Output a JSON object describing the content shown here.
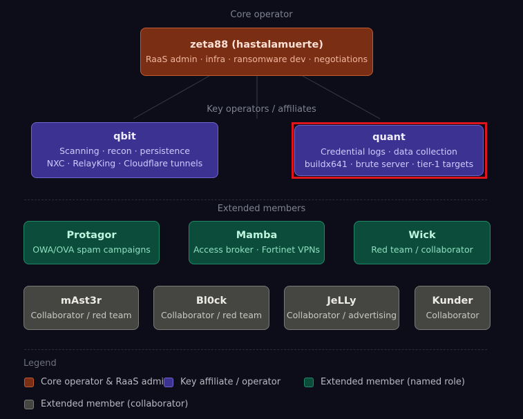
{
  "sections": {
    "core": "Core operator",
    "affiliates": "Key operators / affiliates",
    "extended": "Extended members"
  },
  "nodes": {
    "zeta88": {
      "title": "zeta88 (hastalamuerte)",
      "sub1": "RaaS admin · infra · ransomware dev · negotiations"
    },
    "qbit": {
      "title": "qbit",
      "sub1": "Scanning · recon · persistence",
      "sub2": "NXC · RelayKing · Cloudflare tunnels"
    },
    "quant": {
      "title": "quant",
      "sub1": "Credential logs · data collection",
      "sub2": "buildx641 · brute server · tier-1 targets"
    },
    "protagor": {
      "title": "Protagor",
      "sub1": "OWA/OVA spam campaigns"
    },
    "mamba": {
      "title": "Mamba",
      "sub1": "Access broker · Fortinet VPNs"
    },
    "wick": {
      "title": "Wick",
      "sub1": "Red team / collaborator"
    },
    "mast3r": {
      "title": "mAst3r",
      "sub1": "Collaborator / red team"
    },
    "bl0ck": {
      "title": "Bl0ck",
      "sub1": "Collaborator / red team"
    },
    "jelly": {
      "title": "JeLLy",
      "sub1": "Collaborator / advertising"
    },
    "kunder": {
      "title": "Kunder",
      "sub1": "Collaborator"
    }
  },
  "legend": {
    "title": "Legend",
    "items": [
      {
        "label": "Core operator & RaaS admin",
        "color": "#7a2e14"
      },
      {
        "label": "Key affiliate / operator",
        "color": "#3b3292"
      },
      {
        "label": "Extended member (named role)",
        "color": "#0b4d3a"
      },
      {
        "label": "Extended member (collaborator)",
        "color": "#454542"
      }
    ]
  },
  "colors": {
    "core": "#7a2e14",
    "affiliate": "#3b3292",
    "extended": "#0b4d3a",
    "collaborator": "#454542",
    "highlight": "#e0141c"
  }
}
